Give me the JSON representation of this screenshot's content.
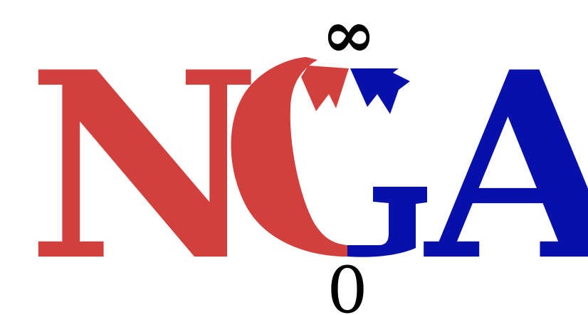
{
  "logo": {
    "letters": [
      "N",
      "G",
      "A"
    ],
    "top_symbol": "∞",
    "bottom_symbol": "0"
  },
  "colors": {
    "red": "#d2403e",
    "blue": "#0710a8",
    "black": "#000000",
    "background": "#ffffff"
  }
}
